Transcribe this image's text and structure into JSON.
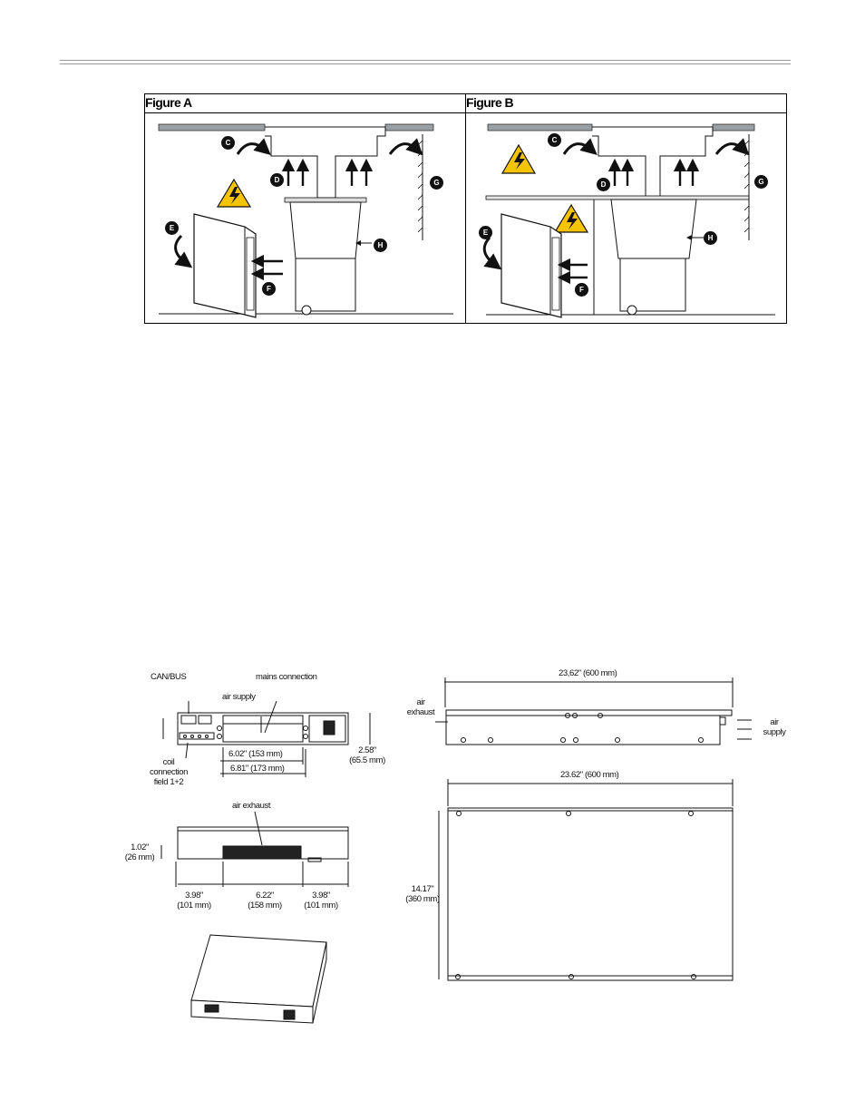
{
  "figures": {
    "a": {
      "title": "Figure A"
    },
    "b": {
      "title": "Figure B"
    },
    "markers": {
      "c": "C",
      "d": "D",
      "e": "E",
      "f": "F",
      "g": "G",
      "h": "H"
    }
  },
  "drawing": {
    "front_view": {
      "can_bus": "CAN/BUS",
      "mains_connection": "mains connection",
      "air_supply": "air supply",
      "coil_connection": [
        "coil",
        "connection",
        "field 1+2"
      ],
      "width_inner": "6.02\" (153 mm)",
      "width_outer": "6.81\" (173 mm)",
      "height": [
        "2.58\"",
        "(65.5 mm)"
      ]
    },
    "rear_view": {
      "air_exhaust": "air exhaust",
      "height": [
        "1.02\"",
        "(26 mm)"
      ],
      "dim_left": [
        "3.98\"",
        "(101 mm)"
      ],
      "dim_center": [
        "6.22\"",
        "(158 mm)"
      ],
      "dim_right": [
        "3.98\"",
        "(101 mm)"
      ]
    },
    "side_view": {
      "width": "23,62\" (600 mm)",
      "air_exhaust": [
        "air",
        "exhaust"
      ],
      "air_supply": [
        "air",
        "supply"
      ]
    },
    "top_view": {
      "width": "23.62\" (600 mm)",
      "depth": [
        "14.17\"",
        "(360 mm)"
      ]
    }
  },
  "colors": {
    "ceiling": "#9aa0a4",
    "warning_yellow": "#f5c400",
    "line": "#111111"
  }
}
